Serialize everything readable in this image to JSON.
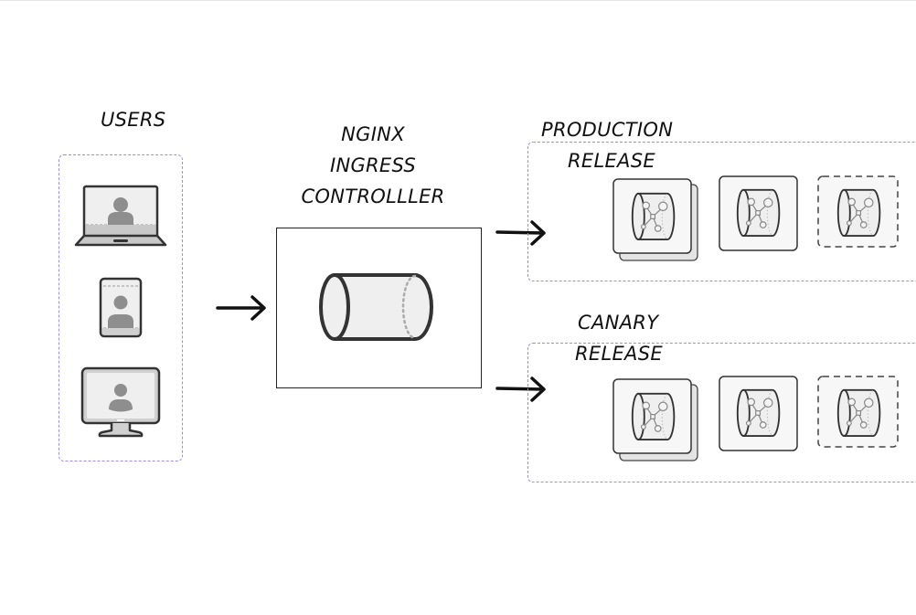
{
  "users": {
    "title": "USERS",
    "devices": [
      {
        "name": "laptop",
        "icon": "laptop-user-icon"
      },
      {
        "name": "tablet",
        "icon": "tablet-user-icon"
      },
      {
        "name": "desktop",
        "icon": "desktop-user-icon"
      }
    ]
  },
  "controller": {
    "title_lines": [
      "NGINX",
      "INGRESS",
      "CONTROLLLER"
    ],
    "icon": "cylinder-icon"
  },
  "production": {
    "title_lines": [
      "PRODUCTION",
      "RELEASE"
    ],
    "pods": [
      {
        "style": "stacked",
        "icon": "pod-cylinder-network-icon"
      },
      {
        "style": "solid",
        "icon": "pod-cylinder-network-icon"
      },
      {
        "style": "dashed",
        "icon": "pod-cylinder-network-icon"
      }
    ]
  },
  "canary": {
    "title_lines": [
      "CANARY",
      "RELEASE"
    ],
    "pods": [
      {
        "style": "stacked",
        "icon": "pod-cylinder-network-icon"
      },
      {
        "style": "solid",
        "icon": "pod-cylinder-network-icon"
      },
      {
        "style": "dashed",
        "icon": "pod-cylinder-network-icon"
      }
    ]
  },
  "colors": {
    "group_border": "#9b8cf0",
    "stroke": "#333333",
    "fill_light": "#f2f2f2",
    "person": "#8e8e8e"
  }
}
